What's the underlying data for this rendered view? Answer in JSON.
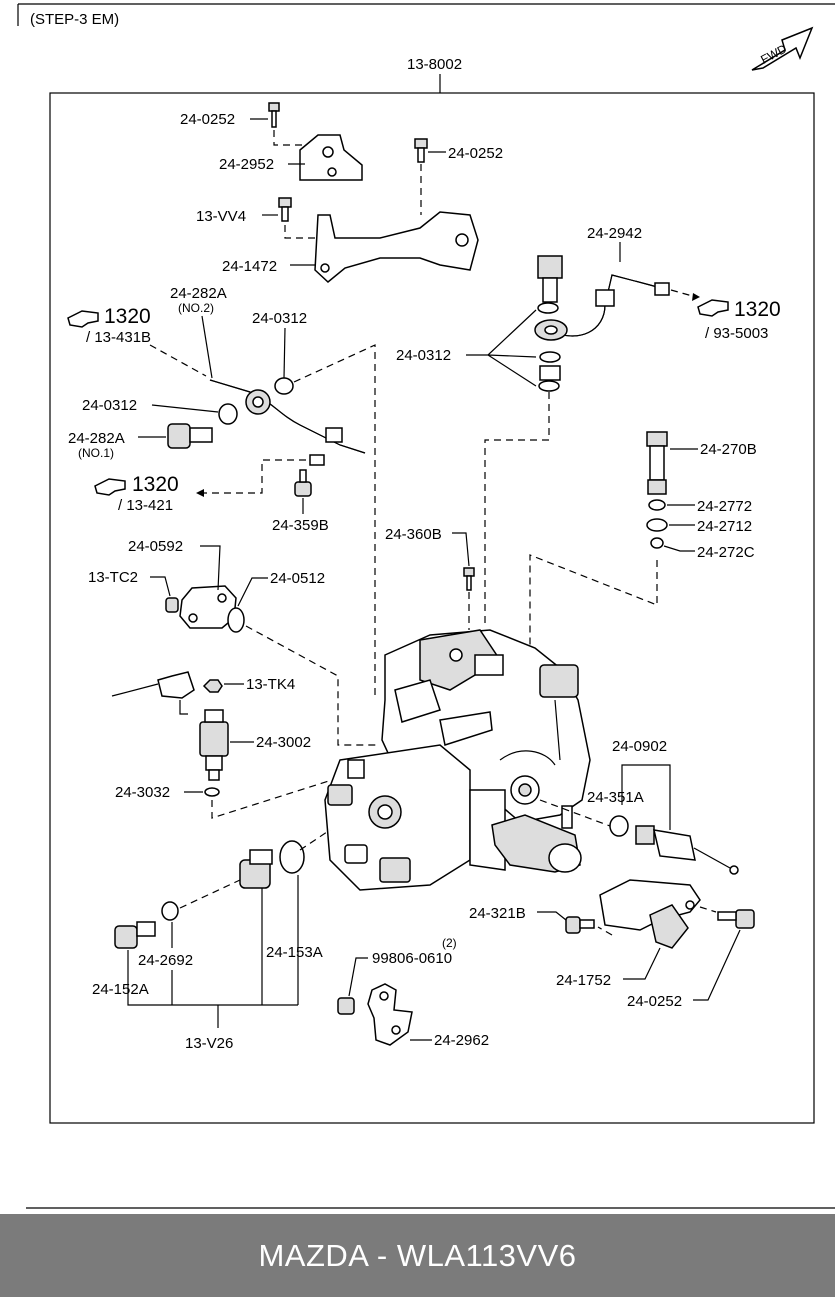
{
  "header": {
    "step_label": "(STEP-3 EM)",
    "assembly_number": "13-8002",
    "direction_label": "FWD"
  },
  "callouts": {
    "bolt_top_left": "24-0252",
    "bracket_top": "24-2952",
    "bolt_top_right": "24-0252",
    "bolt_vv4": "13-VV4",
    "bracket_1472": "24-1472",
    "pipe_right": "24-2942",
    "banjo_no2": "24-282A",
    "banjo_no2_note": "(NO.2)",
    "washer_pipe_left": "24-0312",
    "washer_left_mid": "24-0312",
    "washer_group_right": "24-0312",
    "banjo_no1": "24-282A",
    "banjo_no1_note": "(NO.1)",
    "bolt_359b": "24-359B",
    "valve_270b": "24-270B",
    "spring_2772": "24-2772",
    "oring_2712": "24-2712",
    "oring_272c": "24-272C",
    "screw_360b": "24-360B",
    "cover_0592": "24-0592",
    "screw_tc2": "13-TC2",
    "gasket_0512": "24-0512",
    "nut_tk4": "13-TK4",
    "solenoid_3002": "24-3002",
    "oring_3032": "24-3032",
    "sensor_0902": "24-0902",
    "oring_351a": "24-351A",
    "bolt_321b": "24-321B",
    "washer_2692": "24-2692",
    "plug_153a": "24-153A",
    "bolt_152a": "24-152A",
    "bolt_99806": "99806-0610",
    "bolt_99806_qty": "(2)",
    "bracket_1752": "24-1752",
    "bolt_bottom_right": "24-0252",
    "kit_v26": "13-V26",
    "plate_2962": "24-2962"
  },
  "references": {
    "top_left_ref_num": "1320",
    "top_left_ref_sub": "/ 13-431B",
    "top_right_ref_num": "1320",
    "top_right_ref_sub": "/ 93-5003",
    "mid_left_ref_num": "1320",
    "mid_left_ref_sub": "/ 13-421"
  },
  "footer": {
    "text": "MAZDA - WLA113VV6"
  }
}
